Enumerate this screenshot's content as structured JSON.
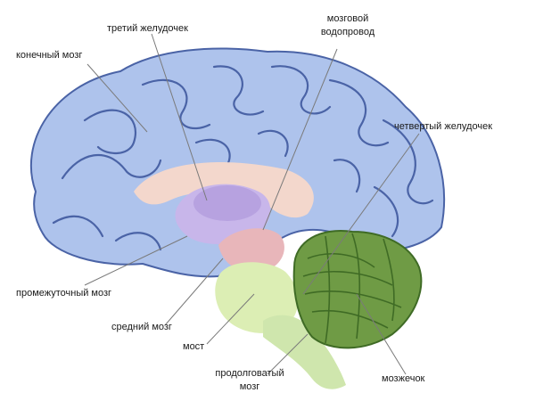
{
  "labels": {
    "telencephalon": "конечный мозг",
    "third_ventricle": "третий желудочек",
    "aqueduct_line1": "мозговой",
    "aqueduct_line2": "водопровод",
    "fourth_ventricle": "четвертый желудочек",
    "diencephalon": "промежуточный мозг",
    "midbrain": "средний мозг",
    "pons": "мост",
    "medulla_line1": "продолговатый",
    "medulla_line2": "мозг",
    "cerebellum": "мозжечок"
  },
  "colors": {
    "cortex": "#aec3ec",
    "cortex_edge": "#4a63a6",
    "diencephalon": "#c8b6ea",
    "thalamus": "#b7a2e0",
    "corpus_callosum": "#f3d7cc",
    "midbrain": "#e8b6ba",
    "pons": "#dceeb4",
    "medulla": "#cfe6ad",
    "cerebellum": "#6f9b45",
    "cerebellum_dark": "#3f6b25",
    "pointer_line": "#7a7a7a"
  }
}
